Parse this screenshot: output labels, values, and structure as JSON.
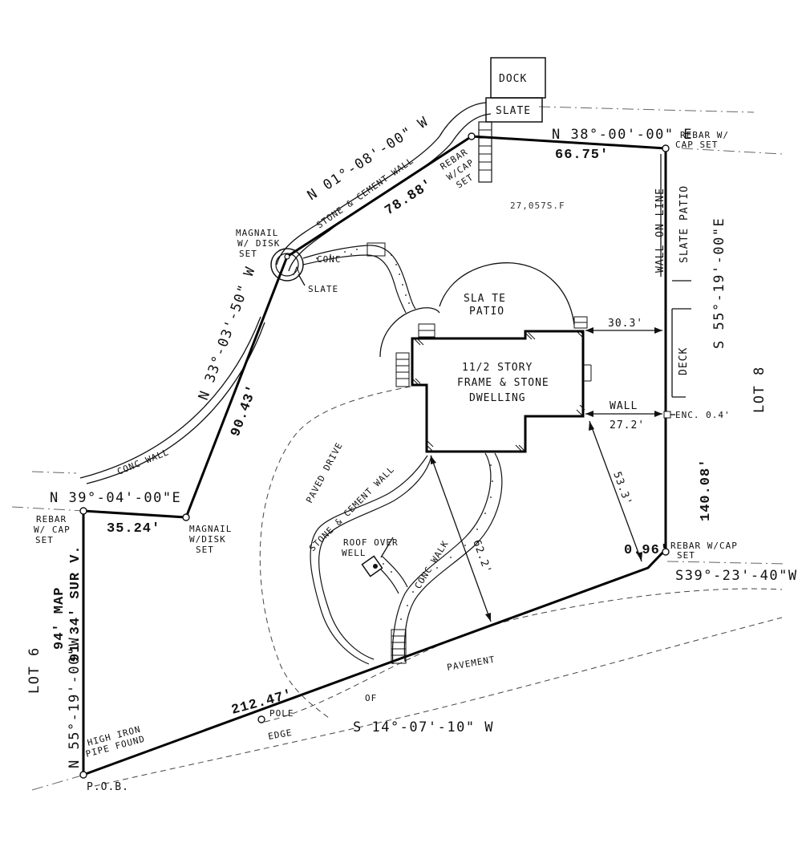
{
  "bearings": {
    "north_west": "N 01°-08'-00\" W",
    "north_east": "N 38°-00'-00\" E",
    "west_upper": "N 33°-03'-50\" W",
    "west_short": "N 39°-04'-00\"E",
    "east": "S 55°-19'-00\"E",
    "south_east": "S39°-23'-40\"W",
    "south": "S 14°-07'-10\" W",
    "west_lot": "N 55°-19'-00\"W"
  },
  "distances": {
    "north_east": "66.75'",
    "north_west": "78.88'",
    "west_upper": "90.43'",
    "west_short": "35.24'",
    "east": "140.08'",
    "south": "212.47'",
    "south_east_short": "0.96'",
    "deck_offset": "30.3'",
    "wall_offset": "27.2'",
    "house_to_east": "53.3'",
    "house_to_road": "62.2'",
    "west_lot_map": "94' MAP",
    "west_lot_survey": "91.34' SUR V."
  },
  "area": "27,057S.F",
  "markers": {
    "rebar_top": [
      "REBAR",
      "W/CAP",
      "SET"
    ],
    "rebar_ne": [
      "REBAR W/",
      "CAP SET"
    ],
    "rebar_se": [
      "REBAR W/CAP",
      "SET"
    ],
    "rebar_w": [
      "REBAR",
      "W/ CAP",
      "SET"
    ],
    "magnail_top": [
      "MAGNAIL",
      "W/ DISK",
      "SET"
    ],
    "magnail_low": [
      "MAGNAIL",
      "W/DISK",
      "SET"
    ],
    "iron_pipe": [
      "HIGH IRON",
      "PIPE FOUND"
    ],
    "pob": "P.O.B."
  },
  "features": {
    "dock": "DOCK",
    "slate_dock": "SLATE",
    "stone_wall_north": "STONE & CEMENT WALL",
    "conc_path": "CONC",
    "slate_circle": "SLATE",
    "slate_patio": [
      "SLA TE",
      "PATIO"
    ],
    "house": [
      "11/2 STORY",
      "FRAME & STONE",
      "DWELLING"
    ],
    "wall_on_line": "WALL ON LINE",
    "slate_patio_east": "SLATE PATIO",
    "deck": "DECK",
    "wall": "WALL",
    "encroachment": "ENC. 0.4'",
    "conc_wall": "CONC   WALL",
    "paved_drive": "PAVED DRIVE",
    "stone_wall_drive": "STONE & CEMENT WALL",
    "roof_over_well": [
      "ROOF OVER",
      "WELL"
    ],
    "conc_walk": "CONC   WALK",
    "pole": "POLE",
    "edge": "EDGE",
    "of": "OF",
    "pavement": "PAVEMENT"
  },
  "lots": {
    "east": "LOT 8",
    "west": "LOT 6"
  }
}
